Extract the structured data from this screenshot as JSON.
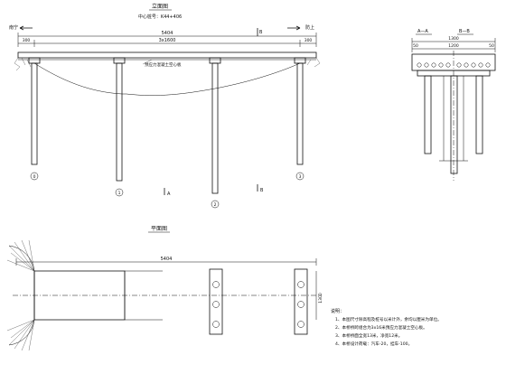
{
  "elevation": {
    "title": "立面图",
    "station": "中心桩号：K44+406",
    "left_dir": "南宁",
    "right_dir": "防上",
    "total_length": "5404",
    "span_arrangement": "3x1600",
    "left_abutment_dim": "300",
    "right_abutment_dim": "300",
    "girder_label": "预应力混凝土空心板",
    "section_mark_b_top": "B",
    "section_mark_b_bottom": "B",
    "section_mark_a_bottom": "A",
    "axis_labels": [
      "0",
      "1",
      "2",
      "3"
    ]
  },
  "sections": {
    "aa_label": "A—A",
    "bb_label": "B—B",
    "width_total": "1300",
    "width_inner": "1200",
    "left_edge": "50",
    "right_edge": "50"
  },
  "plan": {
    "title": "平面图",
    "total_length": "5404",
    "width_dim": "1300"
  },
  "notes": {
    "heading": "说明：",
    "items": [
      "1、本图尺寸除高程及桩号以米计外，余均以厘米为单位。",
      "2、本桥桥跨组合为3x16米预应力混凝土空心板。",
      "3、本桥桥面全宽13米，净宽12米。",
      "4、本桥设计荷载：汽车-20，挂车-100。"
    ]
  }
}
